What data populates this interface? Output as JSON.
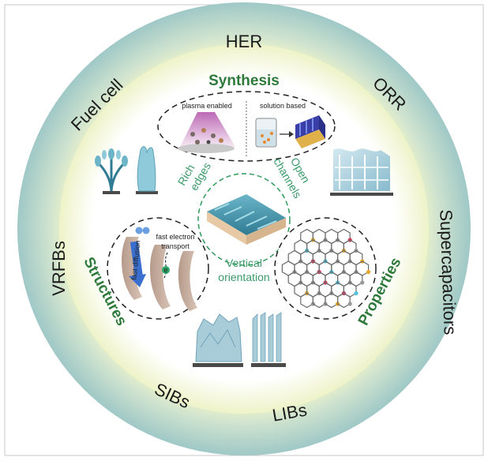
{
  "outer_labels": {
    "her": "HER",
    "orr": "ORR",
    "supercapacitors": "Supercapacitors",
    "libs": "LIBs",
    "sibs": "SIBs",
    "vrfbs": "VRFBs",
    "fuel_cell": "Fuel cell"
  },
  "sections": {
    "synthesis": "Synthesis",
    "structures": "Structures",
    "properties": "Properties"
  },
  "synthesis_box": {
    "plasma": "plasma enabled",
    "solution": "solution based"
  },
  "center_labels": {
    "rich": "Rich",
    "edges": "edges",
    "open": "Open",
    "channels": "channels",
    "vertical": "Vertical",
    "orientation": "orientation"
  },
  "structure_labels": {
    "fast_electron": "fast electron",
    "transport": "transport",
    "fast_diffusion": "fast diffusion",
    "electron_symbol": "e"
  },
  "colors": {
    "outer_ring": "#a9cfcc",
    "inner_glow": "#eef3c8",
    "green_text": "#2d7a3a",
    "teal_text": "#3a9a6a"
  }
}
